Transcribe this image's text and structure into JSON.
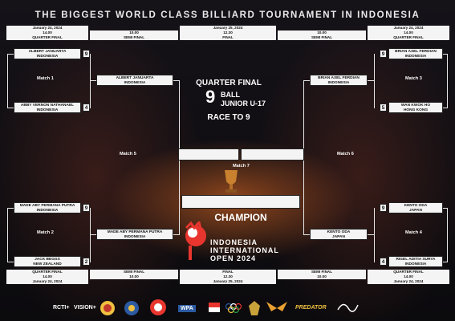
{
  "title": "THE BIGGEST WORLD CLASS BILLIARD TOURNAMENT IN INDONESIA",
  "top_bar": {
    "left": {
      "date": "January 24, 2024",
      "time": "14.00",
      "round": "QUARTER FINAL"
    },
    "semi_left": {
      "time": "10.00",
      "round": "SEMI FINAL"
    },
    "center": {
      "date": "January 25, 2024",
      "time": "12.30",
      "round": "FINAL"
    },
    "semi_right": {
      "time": "10.00",
      "round": "SEMI FINAL"
    },
    "right": {
      "date": "January 24, 2024",
      "time": "14.00",
      "round": "QUARTER FINAL"
    }
  },
  "bottom_bar": {
    "left": {
      "round": "QUARTER FINAL",
      "time": "14.00",
      "date": "January 24, 2024"
    },
    "semi_left": {
      "round": "SEMI FINAL",
      "time": "10.00"
    },
    "center": {
      "round": "FINAL",
      "time": "12.30",
      "date": "January 25, 2024"
    },
    "semi_right": {
      "round": "SEMI FINAL",
      "time": "10.00"
    },
    "right": {
      "round": "QUARTER FINAL",
      "time": "14.00",
      "date": "January 24, 2024"
    }
  },
  "event": {
    "stage": "QUARTER FINAL",
    "ball_number": "9",
    "ball_word": "BALL",
    "category": "JUNIOR U-17",
    "race": "RACE TO 9",
    "champion": "CHAMPION",
    "logo_line1": "INDONESIA",
    "logo_line2": "INTERNATIONAL",
    "logo_line3": "OPEN 2024"
  },
  "matches": {
    "m1": "Match 1",
    "m2": "Match 2",
    "m3": "Match 3",
    "m4": "Match 4",
    "m5": "Match 5",
    "m6": "Match 6",
    "m7": "Match 7"
  },
  "players": {
    "p1": {
      "name": "ALBERT JANUARTA",
      "country": "INDONESIA",
      "score": "9"
    },
    "p2": {
      "name": "ABBY VERNON NATHANAEL",
      "country": "INDONESIA",
      "score": "4"
    },
    "p3": {
      "name": "MADE ABY PERMANA PUTRA",
      "country": "INDONESIA",
      "score": "9"
    },
    "p4": {
      "name": "JACK BEGGS",
      "country": "NEW ZEALAND",
      "score": "2"
    },
    "p5": {
      "name": "BRIAN AXEL FERDIAN",
      "country": "INDONESIA",
      "score": "9"
    },
    "p6": {
      "name": "WAN KWOK HO",
      "country": "HONG KONG",
      "score": "5"
    },
    "p7": {
      "name": "KENTO ODA",
      "country": "JAPAN",
      "score": "9"
    },
    "p8": {
      "name": "RIGEL ADITIA SURYA",
      "country": "INDONESIA",
      "score": "4"
    }
  },
  "semis": {
    "s1": {
      "name": "ALBERT JANUARTA",
      "country": "INDONESIA"
    },
    "s2": {
      "name": "MADE ABY PERMANA PUTRA",
      "country": "INDONESIA"
    },
    "s3": {
      "name": "BRIAN AXEL FERDIAN",
      "country": "INDONESIA"
    },
    "s4": {
      "name": "KENTO ODA",
      "country": "JAPAN"
    }
  },
  "sponsors": [
    "RCTI+",
    "VISION+",
    "WPA",
    "PREDATOR"
  ],
  "colors": {
    "accent": "#e8362f",
    "bar": "#f4f4f4",
    "line": "#e6e6e6"
  }
}
